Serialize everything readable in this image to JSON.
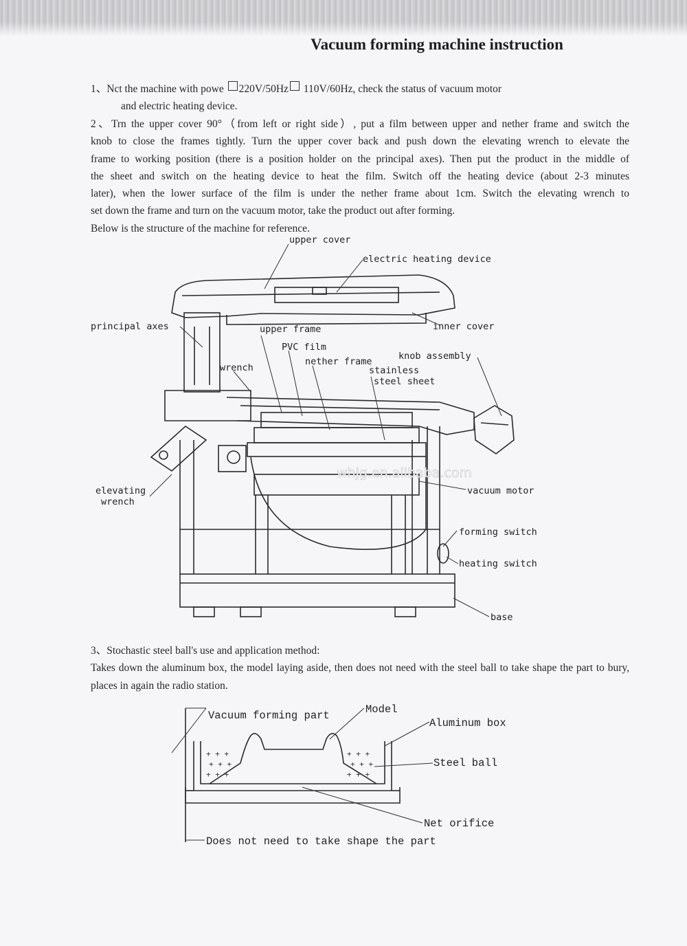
{
  "title": "Vacuum forming machine instruction",
  "step1": {
    "prefix": "1、Nct the machine with powe",
    "opt1": "220V/50Hz",
    "opt2": "110V/60Hz, check the status of vacuum motor",
    "line2": "and electric heating device."
  },
  "step2": {
    "lines": [
      "2、Trn the upper cover 90°（from left or right side）, put a film between upper   and nether frame and switch the",
      "knob to close the frames tightly. Turn the upper cover back and push down the elevating wrench to elevate the",
      "frame to working position (there is a position holder on the principal axes). Then put the product in the middle of",
      "the sheet and switch on the heating device to heat the film. Switch off the heating device (about 2-3 minutes",
      "later), when the lower surface of the film is under the nether frame about 1cm. Switch the elevating wrench to"
    ],
    "last": "set down the frame and turn on the vacuum motor, take the product out after forming.",
    "below": "Below is the structure of the machine for reference."
  },
  "machine_labels": {
    "upper_cover": "upper cover",
    "heating_device": "electric heating device",
    "principal_axes": "principal axes",
    "upper_frame": "upper frame",
    "inner_cover": "inner cover",
    "pvc_film": "PVC film",
    "knob_assembly": "knob assembly",
    "wrench": "wrench",
    "nether_frame": "nether frame",
    "stainless": "stainless",
    "steel_sheet": "steel sheet",
    "elevating": "elevating",
    "elevating_wrench": "wrench",
    "vacuum_motor": "vacuum motor",
    "forming_switch": "forming switch",
    "heating_switch": "heating switch",
    "base": "base"
  },
  "watermark": "whjg.en.alibaba.com",
  "step3": {
    "heading": "3、Stochastic steel ball's use and application method:",
    "body": "Takes down the aluminum box, the model laying aside, then does not need with the steel ball to take shape the part to bury, places in again the radio station."
  },
  "box_labels": {
    "vacuum_forming_part": "Vacuum forming part",
    "model": "Model",
    "aluminum_box": "Aluminum box",
    "steel_ball": "Steel ball",
    "net_orifice": "Net orifice",
    "no_shape": "Does not need to take shape the part"
  }
}
